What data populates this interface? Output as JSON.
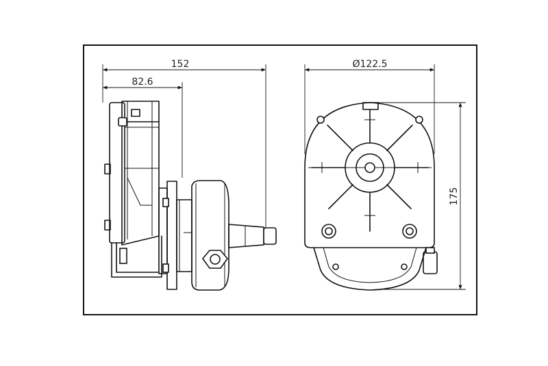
{
  "dimensions": {
    "overall_length": "152",
    "partial_length": "82.6",
    "diameter": "Ø122.5",
    "height": "175"
  }
}
